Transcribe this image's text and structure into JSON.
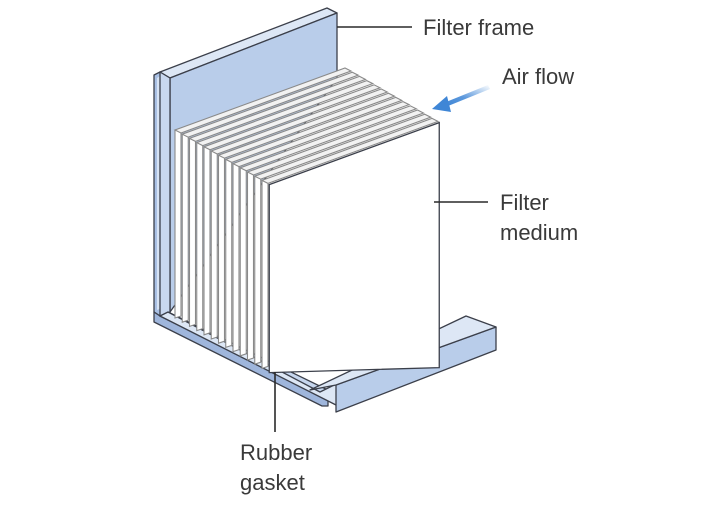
{
  "diagram": {
    "subject": "Pleated panel air filter (cutaway)",
    "labels": {
      "filter_frame": "Filter frame",
      "air_flow": "Air flow",
      "filter_medium_line1": "Filter",
      "filter_medium_line2": "medium",
      "rubber_gasket_line1": "Rubber",
      "rubber_gasket_line2": "gasket"
    },
    "pleat_count": 14,
    "colors": {
      "frame_face": "#b9cdea",
      "frame_top": "#dde7f5",
      "frame_dark": "#9fb6dc",
      "gasket": "#a9c0e4",
      "medium": "#ffffff",
      "pleat_edge": "#8a8a8a",
      "outline": "#3b3f4a",
      "arrow": "#3f86d6",
      "text": "#3a3a3a"
    }
  }
}
